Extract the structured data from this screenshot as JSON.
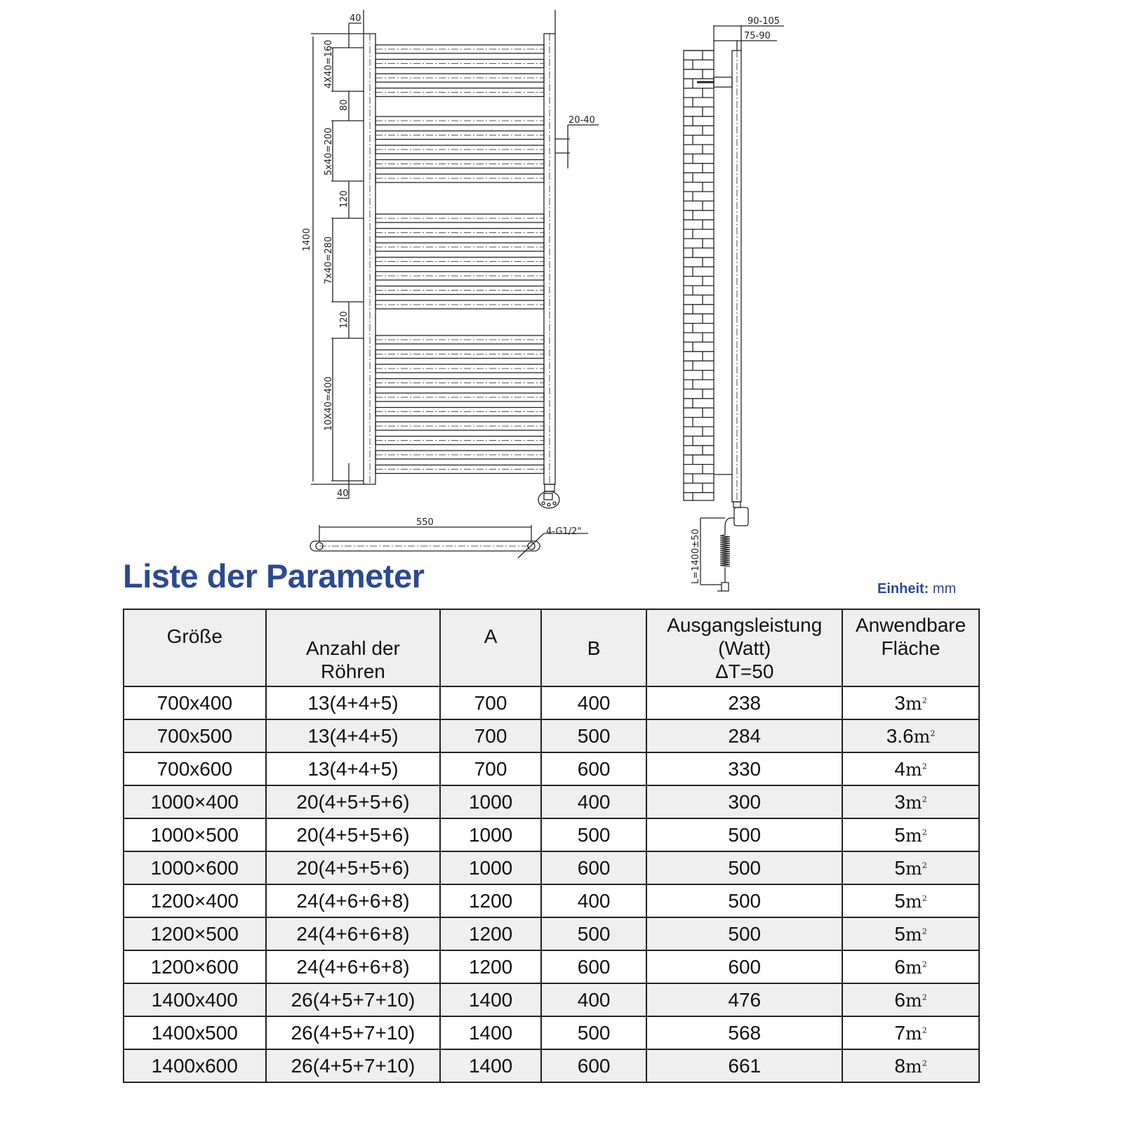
{
  "drawing": {
    "front_view": {
      "dim_top_offset": "40",
      "dim_group1": "4X40=160",
      "dim_gap1": "80",
      "dim_group2": "5x40=200",
      "dim_gap2": "120",
      "dim_group3": "7x40=280",
      "dim_gap3": "120",
      "dim_group4": "10X40=400",
      "dim_height": "1400",
      "dim_bottom_offset": "40",
      "dim_side": "20-40"
    },
    "top_view": {
      "dim_width": "550",
      "connection": "4-G1/2\""
    },
    "side_view": {
      "dim_wall_outer": "90-105",
      "dim_wall_inner": "75-90",
      "cable_length": "L=1400±50"
    }
  },
  "title": "Liste der Parameter",
  "unit": {
    "label": "Einheit:",
    "value": "mm"
  },
  "table": {
    "headers": {
      "size": "Größe",
      "tubes_l1": "Anzahl der",
      "tubes_l2": "Röhren",
      "a": "A",
      "b": "B",
      "power_l1": "Ausgangsleistung",
      "power_l2": "(Watt)",
      "power_l3": "ΔT=50",
      "area_l1": "Anwendbare",
      "area_l2": "Fläche"
    },
    "area_unit": "m",
    "rows": [
      {
        "size": "700x400",
        "tubes": "13(4+4+5)",
        "a": "700",
        "b": "400",
        "watt": "238",
        "area": "3"
      },
      {
        "size": "700x500",
        "tubes": "13(4+4+5)",
        "a": "700",
        "b": "500",
        "watt": "284",
        "area": "3.6"
      },
      {
        "size": "700x600",
        "tubes": "13(4+4+5)",
        "a": "700",
        "b": "600",
        "watt": "330",
        "area": "4"
      },
      {
        "size": "1000×400",
        "tubes": "20(4+5+5+6)",
        "a": "1000",
        "b": "400",
        "watt": "300",
        "area": "3"
      },
      {
        "size": "1000×500",
        "tubes": "20(4+5+5+6)",
        "a": "1000",
        "b": "500",
        "watt": "500",
        "area": "5"
      },
      {
        "size": "1000×600",
        "tubes": "20(4+5+5+6)",
        "a": "1000",
        "b": "600",
        "watt": "500",
        "area": "5"
      },
      {
        "size": "1200×400",
        "tubes": "24(4+6+6+8)",
        "a": "1200",
        "b": "400",
        "watt": "500",
        "area": "5"
      },
      {
        "size": "1200×500",
        "tubes": "24(4+6+6+8)",
        "a": "1200",
        "b": "500",
        "watt": "500",
        "area": "5"
      },
      {
        "size": "1200×600",
        "tubes": "24(4+6+6+8)",
        "a": "1200",
        "b": "600",
        "watt": "600",
        "area": "6"
      },
      {
        "size": "1400x400",
        "tubes": "26(4+5+7+10)",
        "a": "1400",
        "b": "400",
        "watt": "476",
        "area": "6"
      },
      {
        "size": "1400x500",
        "tubes": "26(4+5+7+10)",
        "a": "1400",
        "b": "500",
        "watt": "568",
        "area": "7"
      },
      {
        "size": "1400x600",
        "tubes": "26(4+5+7+10)",
        "a": "1400",
        "b": "600",
        "watt": "661",
        "area": "8"
      }
    ]
  }
}
